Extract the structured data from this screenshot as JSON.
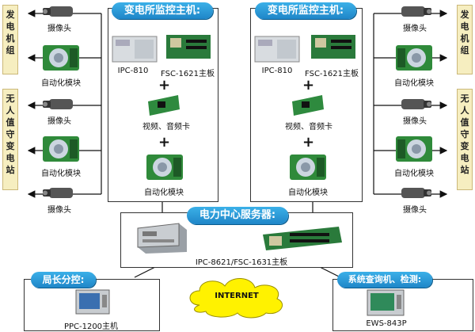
{
  "left_station": {
    "title": "变电所监控主机:",
    "ipc": "IPC-810",
    "board": "FSC-1621主板",
    "av_card": "视频、音频卡",
    "auto_module": "自动化模块"
  },
  "right_station": {
    "title": "变电所监控主机:",
    "ipc": "IPC-810",
    "board": "FSC-1621主板",
    "av_card": "视频、音频卡",
    "auto_module": "自动化模块"
  },
  "left_devices": [
    "摄像头",
    "自动化模块",
    "摄像头",
    "自动化模块",
    "摄像头"
  ],
  "right_devices": [
    "摄像头",
    "自动化模块",
    "摄像头",
    "自动化模块",
    "摄像头"
  ],
  "side_labels": {
    "left_top": "发电机组",
    "left_bottom": "无人值守变电站",
    "right_top": "发电机组",
    "right_bottom": "无人值守变电站"
  },
  "center": {
    "title": "电力中心服务器:",
    "board": "IPC-8621/FSC-1631主板"
  },
  "internet": "INTERNET",
  "bureau": {
    "title": "局长分控:",
    "device": "PPC-1200主机"
  },
  "query": {
    "title": "系统查询机、检测:",
    "device": "EWS-843P"
  },
  "plus": "+",
  "colors": {
    "pill": "#1f86c8",
    "side_bg": "#f6eec0",
    "cloud": "#fff200"
  }
}
